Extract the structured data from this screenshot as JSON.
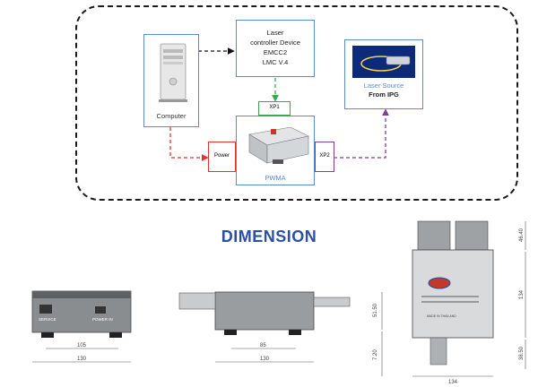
{
  "diagram": {
    "computer": {
      "label": "Computer"
    },
    "controller": {
      "line1": "Laser",
      "line2": "controller Device",
      "line3": "EMCC2",
      "line4": "LMC V.4"
    },
    "laser_source": {
      "line1": "Laser Source",
      "line2": "From IPG"
    },
    "pwma": {
      "label": "PWMA"
    },
    "connectors": {
      "xp1": "XP1",
      "xp2": "XP2",
      "power": "Power"
    },
    "colors": {
      "box_border": "#5b8ad1",
      "green": "#3aa84a",
      "red": "#e0342c",
      "purple": "#7b3fa0",
      "heading": "#2b4fa3"
    }
  },
  "dimension": {
    "heading": "DIMENSION",
    "front": {
      "width_inner": "105",
      "width_outer": "130",
      "label_service": "SERVICE",
      "label_power": "POWER IN"
    },
    "side": {
      "width_inner": "85",
      "width_outer": "130",
      "height": "51.50",
      "foot": "7.20"
    },
    "top": {
      "width": "134",
      "h_top": "46.40",
      "h_mid": "134",
      "h_bottom": "38.50",
      "plate_text": "MADE IN THAILAND"
    }
  }
}
